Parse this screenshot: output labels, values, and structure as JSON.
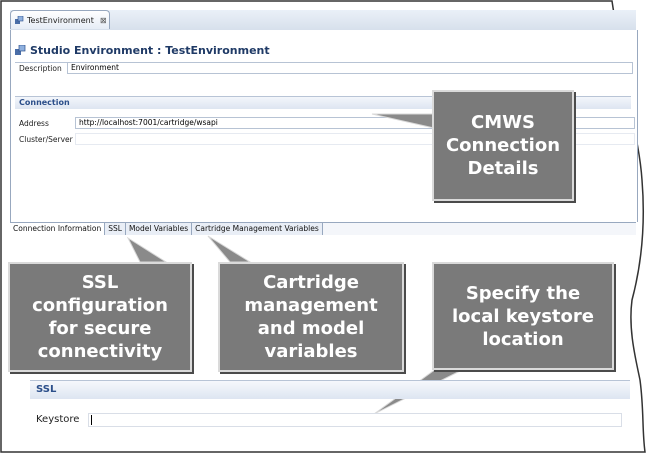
{
  "editor": {
    "tab_label": "TestEnvironment",
    "close_glyph": "⊠",
    "page_title": "Studio Environment : TestEnvironment",
    "description_label": "Description",
    "description_value": "Environment",
    "connection_section": "Connection",
    "address_label": "Address",
    "address_value": "http://localhost:7001/cartridge/wsapi",
    "cluster_label": "Cluster/Server",
    "bottom_tabs": [
      {
        "label": "Connection Information"
      },
      {
        "label": "SSL"
      },
      {
        "label": "Model Variables"
      },
      {
        "label": "Cartridge Management Variables"
      }
    ]
  },
  "callouts": {
    "cmws": "CMWS\nConnection\nDetails",
    "ssl": "SSL\nconfiguration\nfor secure\nconnectivity",
    "cartridge": "Cartridge\nmanagement\nand model\nvariables",
    "keystore": "Specify the\nlocal keystore\nlocation"
  },
  "ssl_panel": {
    "section": "SSL",
    "keystore_label": "Keystore",
    "keystore_value": ""
  },
  "colors": {
    "callout_fill": "#7a7a7a",
    "header_text": "#1f3a66",
    "section_text": "#2c4f8a"
  }
}
